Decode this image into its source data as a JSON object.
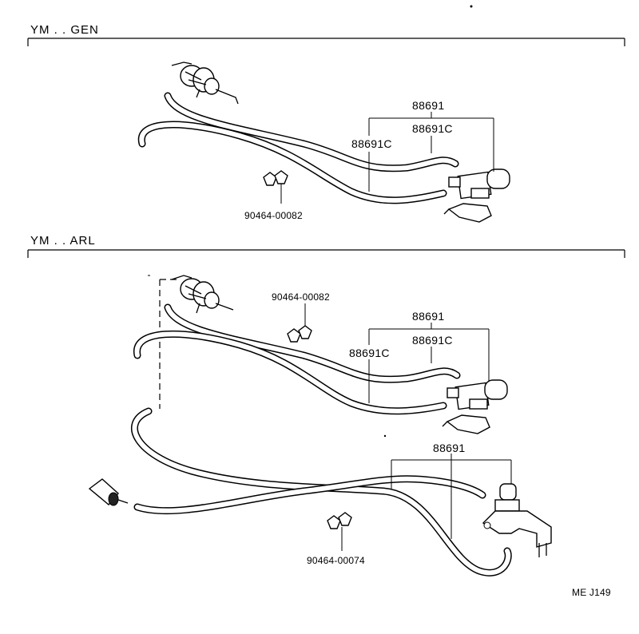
{
  "sections": {
    "gen": {
      "title": "YM . . GEN"
    },
    "arl": {
      "title": "YM . . ARL"
    }
  },
  "gen_labels": {
    "hose_main": "88691",
    "hose_c_right": "88691C",
    "hose_c_left": "88691C",
    "clamp": "90464-00082"
  },
  "arl_labels": {
    "clamp_top": "90464-00082",
    "hose_main": "88691",
    "hose_c_right": "88691C",
    "hose_c_left": "88691C",
    "hose_lower": "88691",
    "clamp_bottom": "90464-00074"
  },
  "footer": {
    "code": "ME  J149"
  }
}
